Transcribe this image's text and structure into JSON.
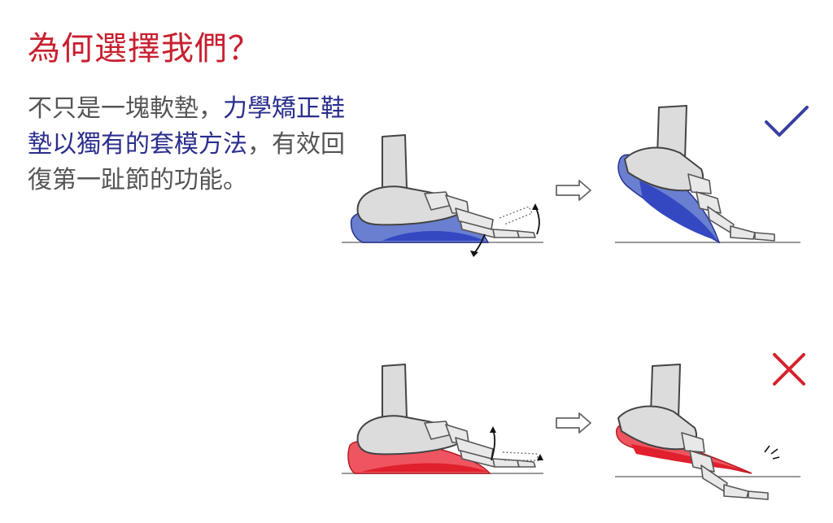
{
  "heading": "為何選擇我們？",
  "description": {
    "part1": "不只是一塊軟墊，",
    "part2_highlight": "力學矯正鞋墊以獨有的套模方法",
    "part3": "，有效回復第一趾節的功能。"
  },
  "colors": {
    "heading": "#c8202f",
    "highlight": "#2a2e8c",
    "body_text": "#555555",
    "good_insole": "#4a5bc4",
    "bad_insole": "#e8323c",
    "check_mark": "#3a3fa0",
    "cross_mark": "#d6222c"
  },
  "icons": {
    "good": "check-icon",
    "bad": "cross-icon",
    "transition": "outline-right-arrow-icon"
  }
}
